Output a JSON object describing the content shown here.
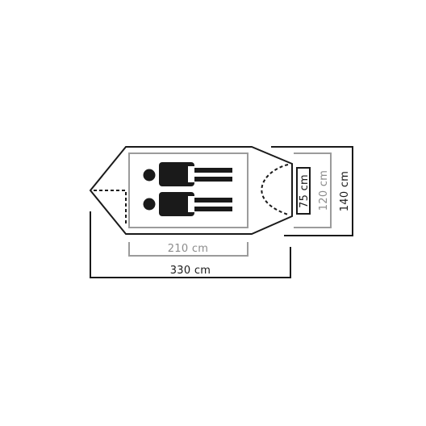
{
  "colors": {
    "outline": "#1a1a1a",
    "inner": "#9b9b9b",
    "person": "#1a1a1a"
  },
  "dimensions": {
    "length_total": "330 cm",
    "length_inner": "210 cm",
    "width_total": "140 cm",
    "width_inner": "120 cm",
    "vestibule_depth": "75 cm"
  },
  "icons": [
    "person-icon",
    "person-icon"
  ]
}
